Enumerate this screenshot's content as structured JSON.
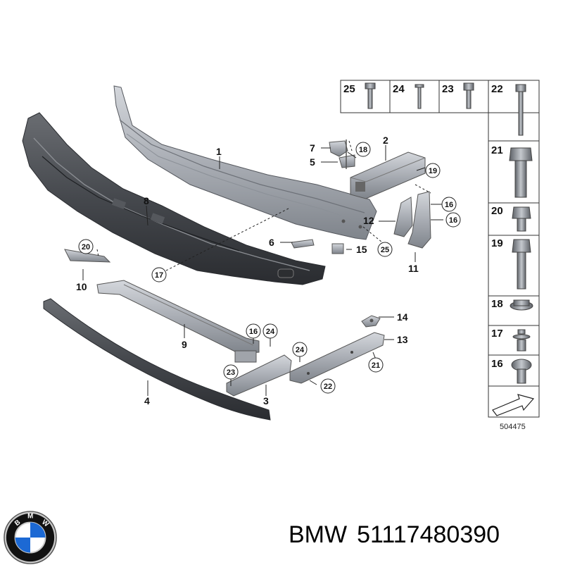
{
  "labels": {
    "l1": "1",
    "l2": "2",
    "l3": "3",
    "l4": "4",
    "l5": "5",
    "l6": "6",
    "l7": "7",
    "l8": "8",
    "l9": "9",
    "l10": "10",
    "l11": "11",
    "l12": "12",
    "l13": "13",
    "l14": "14",
    "l15": "15"
  },
  "callouts": {
    "c16a": "16",
    "c16b": "16",
    "c16c": "16",
    "c17": "17",
    "c18": "18",
    "c19": "19",
    "c20": "20",
    "c21": "21",
    "c22": "22",
    "c23": "23",
    "c24a": "24",
    "c24b": "24",
    "c25": "25"
  },
  "fastener_table": {
    "top_row": [
      "25",
      "24",
      "23",
      "22"
    ],
    "column": [
      "21",
      "20",
      "19",
      "18",
      "17",
      "16"
    ]
  },
  "reference_number": "504475",
  "brand": "BMW",
  "part_number": "51117480390",
  "logo": {
    "letters": "BMW",
    "colors": {
      "ring": "#111111",
      "blue": "#1c69d4",
      "white": "#ffffff",
      "chrome": "#c8c8c8"
    }
  }
}
